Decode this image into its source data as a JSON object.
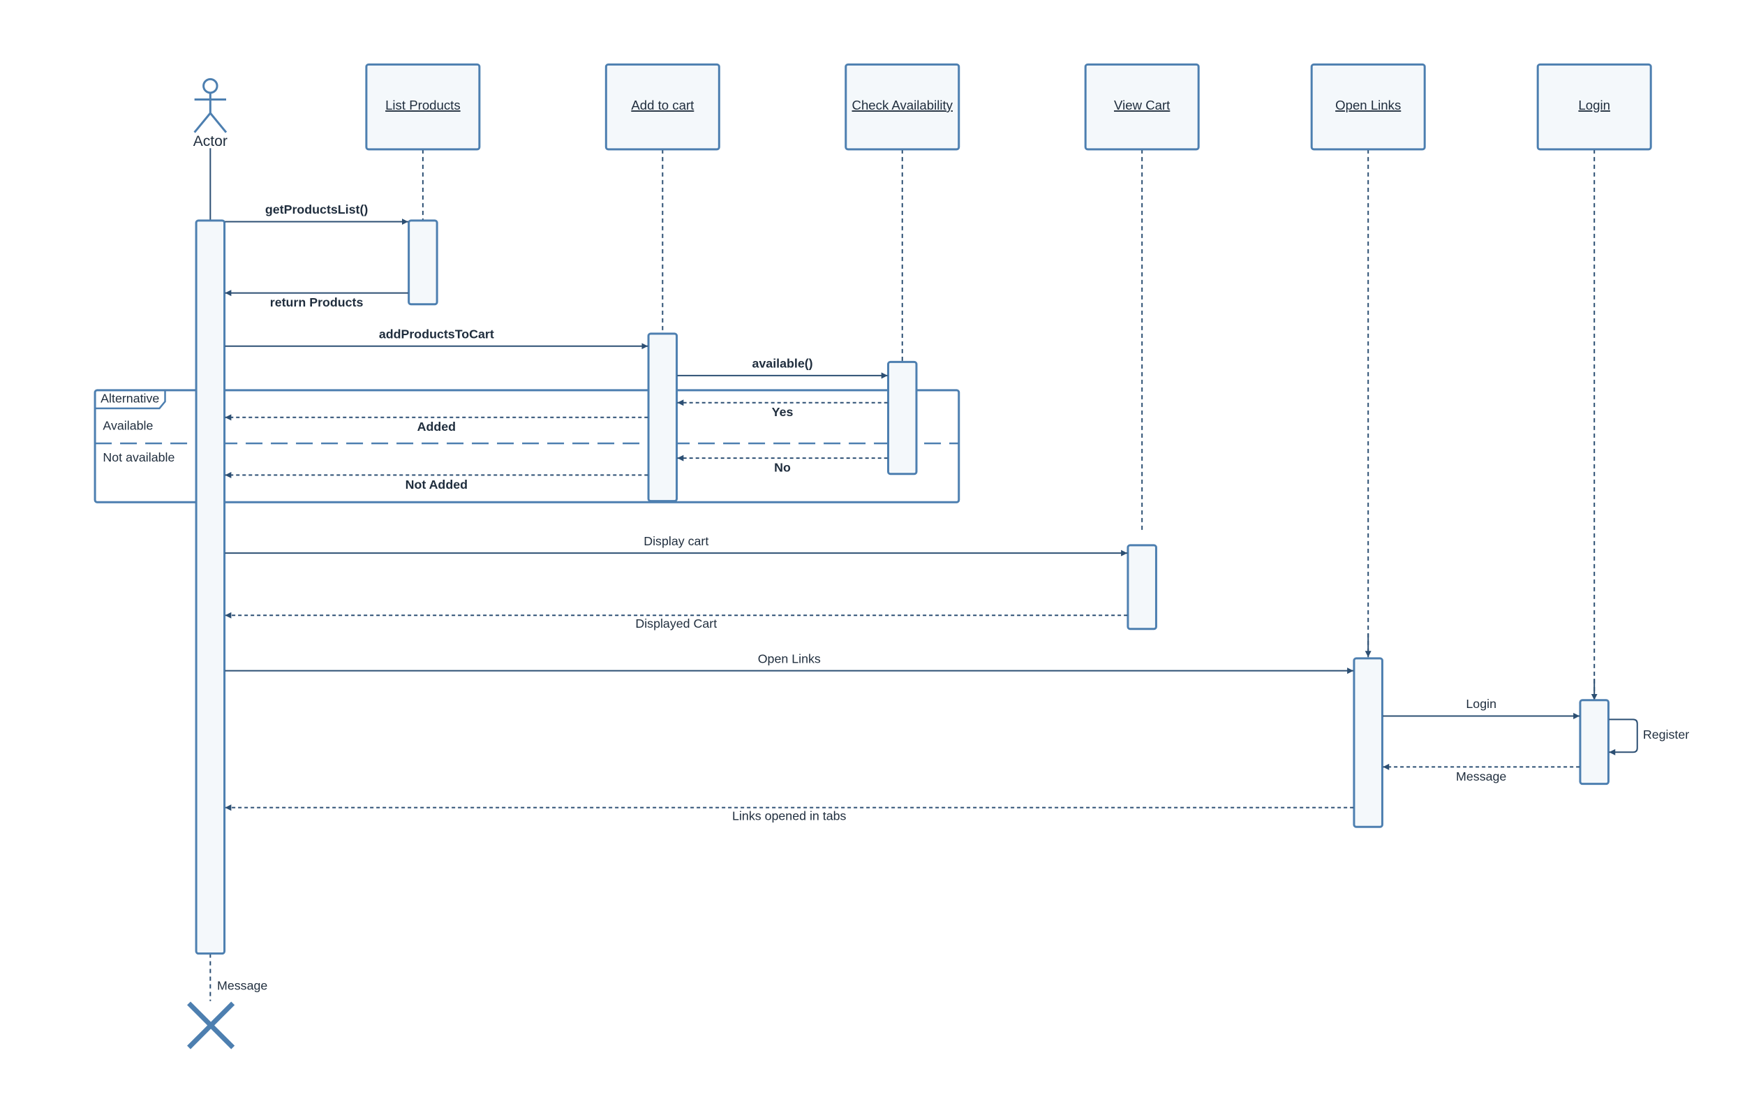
{
  "colors": {
    "stroke": "#4d7fb0",
    "fill": "#f4f8fb",
    "arrow": "#2c4f73",
    "text": "#1f2d3d",
    "destroy": "#4d7fb0"
  },
  "actor": {
    "label": "Actor"
  },
  "participants": [
    {
      "id": "list",
      "label": "List Products"
    },
    {
      "id": "add",
      "label": "Add to cart"
    },
    {
      "id": "check",
      "label": "Check Availability"
    },
    {
      "id": "view",
      "label": "View Cart"
    },
    {
      "id": "open",
      "label": "Open Links"
    },
    {
      "id": "login",
      "label": "Login"
    }
  ],
  "fragment": {
    "operator": "Alternative",
    "guards": [
      "Available",
      "Not available"
    ]
  },
  "messages": [
    {
      "id": "getProductsList",
      "label": "getProductsList()",
      "from": "actor",
      "to": "list",
      "type": "sync",
      "bold": true
    },
    {
      "id": "returnProducts",
      "label": "return Products",
      "from": "list",
      "to": "actor",
      "type": "reply-solid",
      "bold": true
    },
    {
      "id": "addProductsToCart",
      "label": "addProductsToCart",
      "from": "actor",
      "to": "add",
      "type": "sync",
      "bold": true
    },
    {
      "id": "available",
      "label": "available()",
      "from": "add",
      "to": "check",
      "type": "sync",
      "bold": true
    },
    {
      "id": "yes",
      "label": "Yes",
      "from": "check",
      "to": "add",
      "type": "reply",
      "bold": true
    },
    {
      "id": "added",
      "label": "Added",
      "from": "add",
      "to": "actor",
      "type": "reply",
      "bold": true
    },
    {
      "id": "no",
      "label": "No",
      "from": "check",
      "to": "add",
      "type": "reply",
      "bold": true
    },
    {
      "id": "notAdded",
      "label": "Not Added",
      "from": "add",
      "to": "actor",
      "type": "reply",
      "bold": true
    },
    {
      "id": "displayCart",
      "label": "Display cart",
      "from": "actor",
      "to": "view",
      "type": "sync",
      "bold": false
    },
    {
      "id": "displayedCart",
      "label": "Displayed Cart",
      "from": "view",
      "to": "actor",
      "type": "reply",
      "bold": false
    },
    {
      "id": "openLinks",
      "label": "Open Links",
      "from": "actor",
      "to": "open",
      "type": "sync",
      "bold": false
    },
    {
      "id": "login",
      "label": "Login",
      "from": "open",
      "to": "login",
      "type": "sync",
      "bold": false
    },
    {
      "id": "register",
      "label": "Register",
      "from": "login",
      "to": "login",
      "type": "self",
      "bold": false
    },
    {
      "id": "message",
      "label": "Message",
      "from": "login",
      "to": "open",
      "type": "reply",
      "bold": false
    },
    {
      "id": "linksOpened",
      "label": "Links opened in tabs",
      "from": "open",
      "to": "actor",
      "type": "reply",
      "bold": false
    }
  ],
  "destroy": {
    "label": "Message"
  }
}
